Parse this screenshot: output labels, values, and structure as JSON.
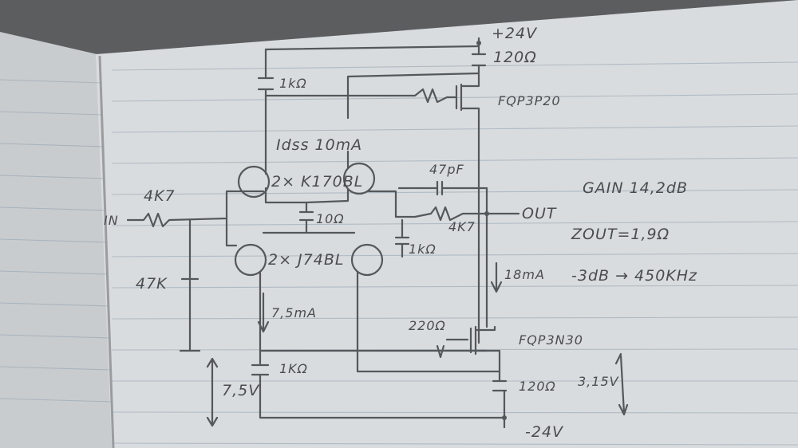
{
  "labels": {
    "supply_pos": "+24V",
    "supply_neg": "-24V",
    "r_top_right": "120Ω",
    "r_top_left": "1kΩ",
    "p_mosfet": "FQP3P20",
    "idss": "Idss 10mA",
    "jfet_n": "2× K170BL",
    "cap": "47pF",
    "gain": "GAIN 14,2dB",
    "input_series": "4K7",
    "input_label": "IN",
    "mid_res": "10Ω",
    "out_label": "OUT",
    "feedback_res": "4K7",
    "zout": "ZOUT=1,9Ω",
    "jfet_p": "2× J74BL",
    "shunt_res": "1kΩ",
    "input_shunt": "47K",
    "current_18": "18mA",
    "bandwidth": "-3dB → 450KHz",
    "current_75": "7,5mA",
    "gate_res": "220Ω",
    "n_mosfet": "FQP3N30",
    "r_bottom_left": "1KΩ",
    "v_bottom_left": "7,5V",
    "r_bottom_right": "120Ω",
    "v_bottom_right": "3,15V"
  },
  "colors": {
    "paper": "#d9dcde",
    "pencil": "#4a4c4f",
    "rule_lines": "#8e9fb0",
    "background": "#5b5d5f"
  }
}
